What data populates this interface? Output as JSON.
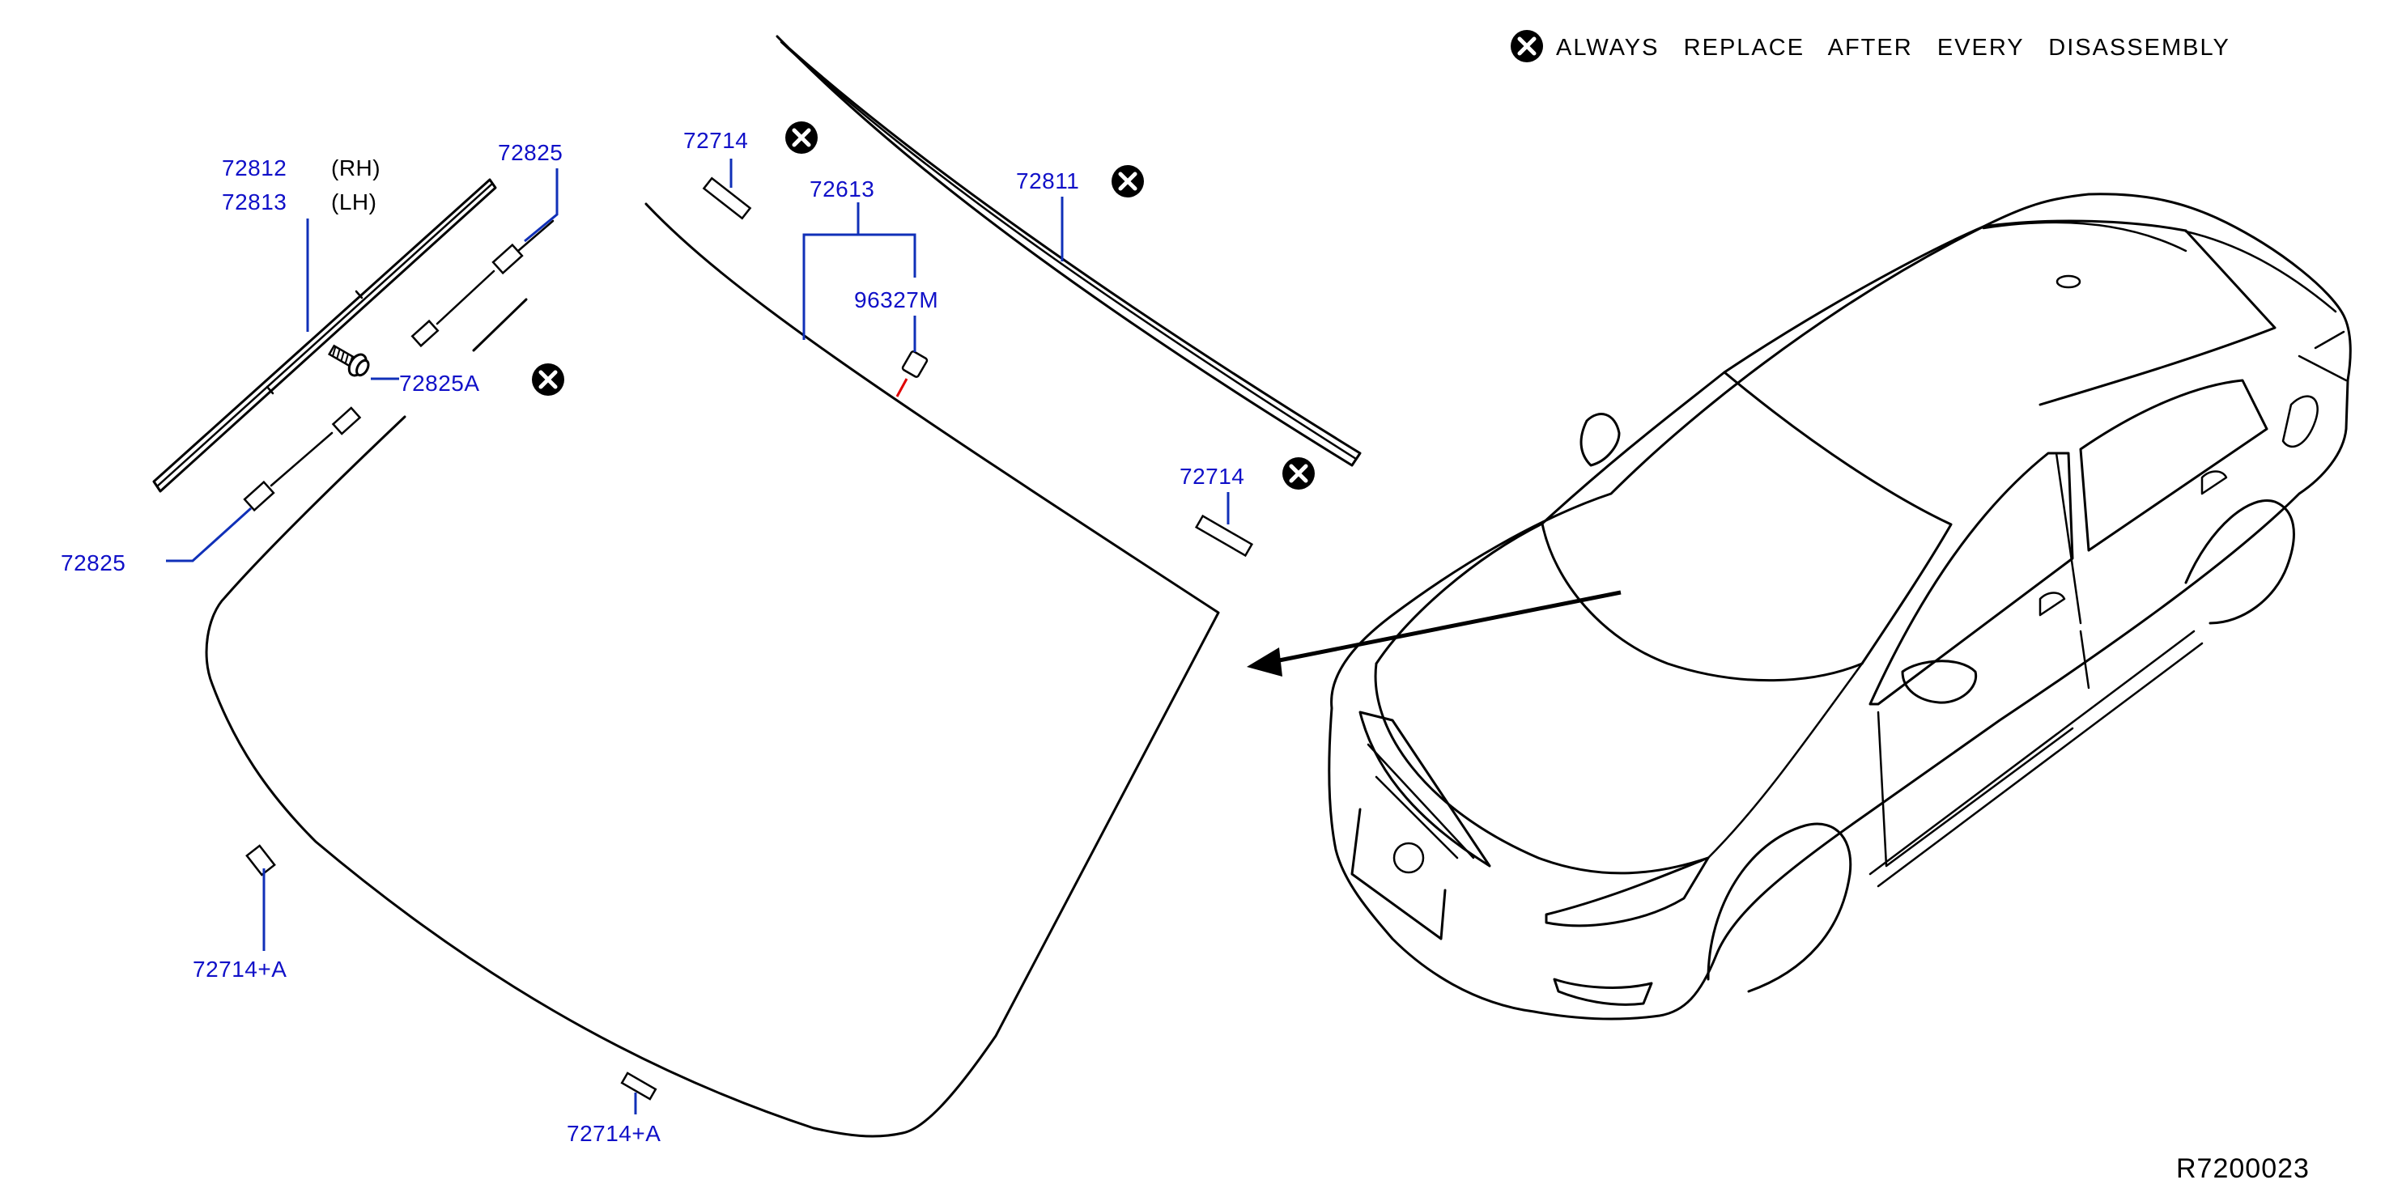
{
  "legend": {
    "icon": "replace-x-icon",
    "text": "ALWAYS   REPLACE   AFTER   EVERY   DISASSEMBLY"
  },
  "reference_number": "R7200023",
  "labels": {
    "p72812": "72812",
    "p72812_side": "(RH)",
    "p72813": "72813",
    "p72813_side": "(LH)",
    "p72825_top": "72825",
    "p72825_left": "72825",
    "p72825A": "72825A",
    "p72714_top": "72714",
    "p72714_right": "72714",
    "p72613": "72613",
    "p96327M": "96327M",
    "p72811": "72811",
    "p72714A_left": "72714+A",
    "p72714A_bottom": "72714+A"
  },
  "colors": {
    "label_blue": "#1010c8",
    "leader_blue": "#1030b8",
    "line_black": "#000000",
    "accent_red": "#e00000"
  }
}
